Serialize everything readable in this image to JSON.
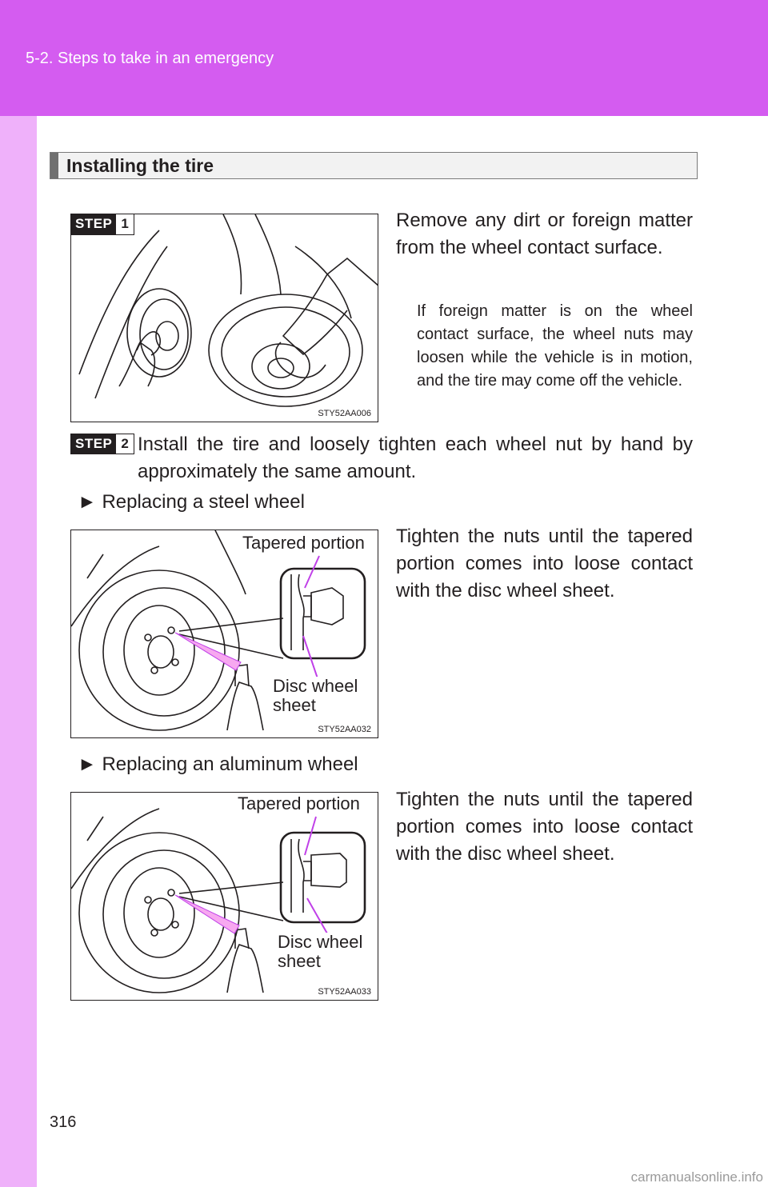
{
  "header": {
    "breadcrumb": "5-2. Steps to take in an emergency"
  },
  "section": {
    "title": "Installing the tire"
  },
  "steps": [
    {
      "badge_word": "STEP",
      "badge_num": "1",
      "main_text": "Remove any dirt or foreign matter from the wheel contact surface.",
      "note": "If foreign matter is on the wheel contact surface, the wheel nuts may loosen while the vehicle is in motion, and the tire may come off the vehicle.",
      "figure_code": "STY52AA006"
    },
    {
      "badge_word": "STEP",
      "badge_num": "2",
      "main_text": "Install the tire and loosely tighten each wheel nut by hand by approximately the same amount."
    }
  ],
  "cases": [
    {
      "heading": "Replacing a steel wheel",
      "text": "Tighten the nuts until the tapered portion comes into loose contact with the disc wheel sheet.",
      "callout_tapered": "Tapered portion",
      "callout_disc_line1": "Disc wheel",
      "callout_disc_line2": "sheet",
      "figure_code": "STY52AA032"
    },
    {
      "heading": "Replacing an aluminum wheel",
      "text": "Tighten the nuts until the tapered portion comes into loose contact with the disc wheel sheet.",
      "callout_tapered": "Tapered portion",
      "callout_disc_line1": "Disc wheel",
      "callout_disc_line2": "sheet",
      "figure_code": "STY52AA033"
    }
  ],
  "bullet_glyph": "►",
  "page_number": "316",
  "watermark": "carmanualsonline.info",
  "colors": {
    "header": "#d45cf0",
    "sidebar": "#efb1fa",
    "arrow": "#c040e8",
    "pink_arrow": "#f7a8f0"
  }
}
